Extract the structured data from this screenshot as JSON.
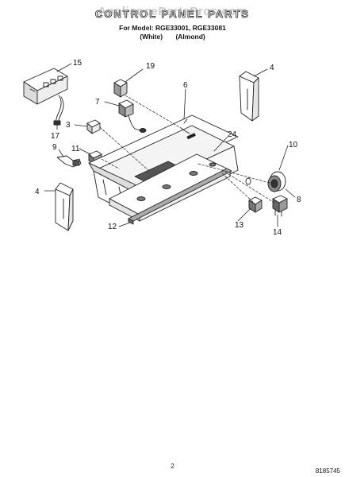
{
  "header": {
    "watermark": "AppliancePartsPros.com",
    "title": "CONTROL PANEL PARTS",
    "model_line": "For Model: RGE33001, RGE33081",
    "variants": [
      "(White)",
      "(Almond)"
    ]
  },
  "callouts": [
    "15",
    "19",
    "4",
    "6",
    "7",
    "17",
    "3",
    "9",
    "11",
    "24",
    "10",
    "4",
    "8",
    "12",
    "13",
    "14"
  ],
  "footer": {
    "page_number": "2",
    "doc_number": "8185745"
  }
}
